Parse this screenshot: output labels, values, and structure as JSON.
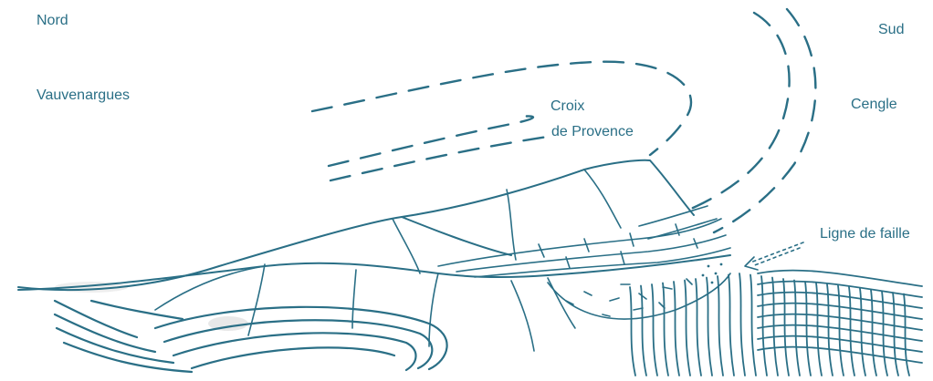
{
  "labels": {
    "north": "Nord",
    "south": "Sud",
    "left_place": "Vauvenargues",
    "right_place": "Cengle",
    "summit_line1": "Croix",
    "summit_line2": "de Provence",
    "fault": "Ligne de faille"
  },
  "colors": {
    "ink": "#2a6f86",
    "background": "#ffffff",
    "smudge": "#cfcfcf"
  }
}
